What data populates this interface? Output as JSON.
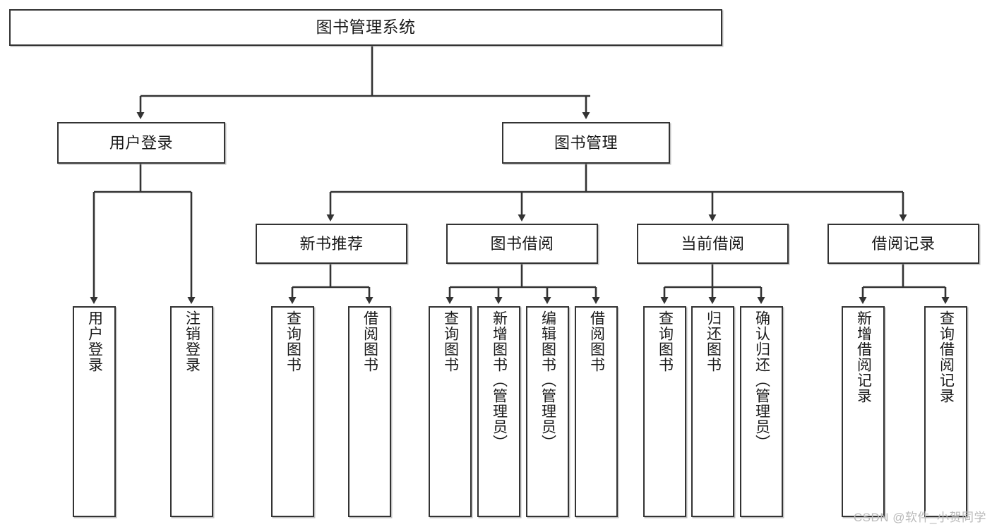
{
  "diagram": {
    "title": "图书管理系统",
    "type": "tree-hierarchy-chart",
    "orientation": "top-down",
    "colors": {
      "node_border": "#333333",
      "node_fill": "#ffffff",
      "edge": "#333333",
      "text": "#1a1a1a",
      "watermark": "#b9b9b9"
    },
    "nodes": {
      "root": {
        "label": "图书管理系统",
        "level": 0
      },
      "level1": [
        {
          "id": "user_login",
          "label": "用户登录"
        },
        {
          "id": "book_manage",
          "label": "图书管理"
        }
      ],
      "level2": [
        {
          "id": "new_book_rec",
          "label": "新书推荐",
          "parent": "book_manage"
        },
        {
          "id": "book_borrow",
          "label": "图书借阅",
          "parent": "book_manage"
        },
        {
          "id": "current_borrow",
          "label": "当前借阅",
          "parent": "book_manage"
        },
        {
          "id": "borrow_record",
          "label": "借阅记录",
          "parent": "book_manage"
        }
      ],
      "leaves": [
        {
          "id": "leaf_user_login",
          "label": "用户登录",
          "parent": "user_login"
        },
        {
          "id": "leaf_user_logout",
          "label": "注销登录",
          "parent": "user_login"
        },
        {
          "id": "leaf_query_book_1",
          "label": "查询图书",
          "parent": "new_book_rec"
        },
        {
          "id": "leaf_borrow_book_1",
          "label": "借阅图书",
          "parent": "new_book_rec"
        },
        {
          "id": "leaf_query_book_2",
          "label": "查询图书",
          "parent": "book_borrow"
        },
        {
          "id": "leaf_add_book",
          "label": "新增图书（管理员）",
          "parent": "book_borrow"
        },
        {
          "id": "leaf_edit_book",
          "label": "编辑图书（管理员）",
          "parent": "book_borrow"
        },
        {
          "id": "leaf_borrow_book_2",
          "label": "借阅图书",
          "parent": "book_borrow"
        },
        {
          "id": "leaf_query_book_3",
          "label": "查询图书",
          "parent": "current_borrow"
        },
        {
          "id": "leaf_return_book",
          "label": "归还图书",
          "parent": "current_borrow"
        },
        {
          "id": "leaf_confirm_return",
          "label": "确认归还（管理员）",
          "parent": "current_borrow"
        },
        {
          "id": "leaf_add_record",
          "label": "新增借阅记录",
          "parent": "borrow_record"
        },
        {
          "id": "leaf_query_record",
          "label": "查询借阅记录",
          "parent": "borrow_record"
        }
      ]
    },
    "watermark": "CSDN @软件_小贺同学"
  }
}
